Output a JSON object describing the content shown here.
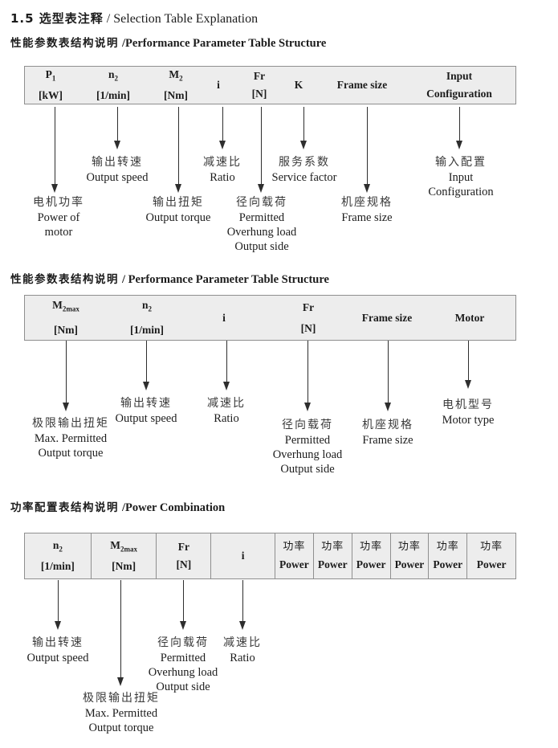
{
  "colors": {
    "table_fill": "#ededed",
    "table_border": "#8f8f8f",
    "ink": "#1c1c1c"
  },
  "title": {
    "zh": "1.5 选型表注释",
    "en": "/ Selection Table Explanation"
  },
  "s1": {
    "heading_zh": "性能参数表结构说明",
    "heading_en": "/Performance Parameter Table Structure",
    "table": {
      "cells": [
        {
          "sym": "P",
          "sub": "1",
          "unit": "[kW]"
        },
        {
          "sym": "n",
          "sub": "2",
          "unit": "[1/min]"
        },
        {
          "sym": "M",
          "sub": "2",
          "unit": "[Nm]"
        },
        {
          "sym": "i"
        },
        {
          "sym": "Fr",
          "unit": "[N]"
        },
        {
          "sym": "K"
        },
        {
          "sym": "Frame size"
        },
        {
          "sym": "Input",
          "unit": "Configuration"
        }
      ]
    },
    "labels": [
      {
        "zh": "电机功率",
        "en1": "Power of",
        "en2": "motor"
      },
      {
        "zh": "输出转速",
        "en1": "Output speed"
      },
      {
        "zh": "输出扭矩",
        "en1": "Output torque"
      },
      {
        "zh": "减速比",
        "en1": "Ratio"
      },
      {
        "zh": "径向载荷",
        "en1": "Permitted",
        "en2": "Overhung load",
        "en3": "Output side"
      },
      {
        "zh": "服务系数",
        "en1": "Service factor"
      },
      {
        "zh": "机座规格",
        "en1": "Frame size"
      },
      {
        "zh": "输入配置",
        "en1": "Input",
        "en2": "Configuration"
      }
    ]
  },
  "s2": {
    "heading_zh": "性能参数表结构说明",
    "heading_en": "/ Performance Parameter Table Structure",
    "table": {
      "cells": [
        {
          "sym": "M",
          "sub": "2max",
          "unit": "[Nm]"
        },
        {
          "sym": "n",
          "sub": "2",
          "unit": "[1/min]"
        },
        {
          "sym": "i"
        },
        {
          "sym": "Fr",
          "unit": "[N]"
        },
        {
          "sym": "Frame size"
        },
        {
          "sym": "Motor"
        }
      ]
    },
    "labels": [
      {
        "zh": "极限输出扭矩",
        "en1": "Max. Permitted",
        "en2": "Output torque"
      },
      {
        "zh": "输出转速",
        "en1": "Output speed"
      },
      {
        "zh": "减速比",
        "en1": "Ratio"
      },
      {
        "zh": "径向载荷",
        "en1": "Permitted",
        "en2": "Overhung load",
        "en3": "Output side"
      },
      {
        "zh": "机座规格",
        "en1": "Frame size"
      },
      {
        "zh": "电机型号",
        "en1": "Motor type"
      }
    ]
  },
  "s3": {
    "heading_zh": "功率配置表结构说明",
    "heading_en": "/Power Combination",
    "table": {
      "cells": [
        {
          "sym": "n",
          "sub": "2",
          "unit": "[1/min]"
        },
        {
          "sym": "M",
          "sub": "2max",
          "unit": "[Nm]"
        },
        {
          "sym": "Fr",
          "unit": "[N]"
        },
        {
          "sym": "i"
        },
        {
          "zh": "功率",
          "en": "Power"
        },
        {
          "zh": "功率",
          "en": "Power"
        },
        {
          "zh": "功率",
          "en": "Power"
        },
        {
          "zh": "功率",
          "en": "Power"
        },
        {
          "zh": "功率",
          "en": "Power"
        },
        {
          "zh": "功率",
          "en": "Power"
        }
      ]
    },
    "labels": [
      {
        "zh": "输出转速",
        "en1": "Output speed"
      },
      {
        "zh": "极限输出扭矩",
        "en1": "Max. Permitted",
        "en2": "Output torque"
      },
      {
        "zh": "径向载荷",
        "en1": "Permitted",
        "en2": "Overhung load",
        "en3": "Output side"
      },
      {
        "zh": "减速比",
        "en1": "Ratio"
      }
    ]
  }
}
